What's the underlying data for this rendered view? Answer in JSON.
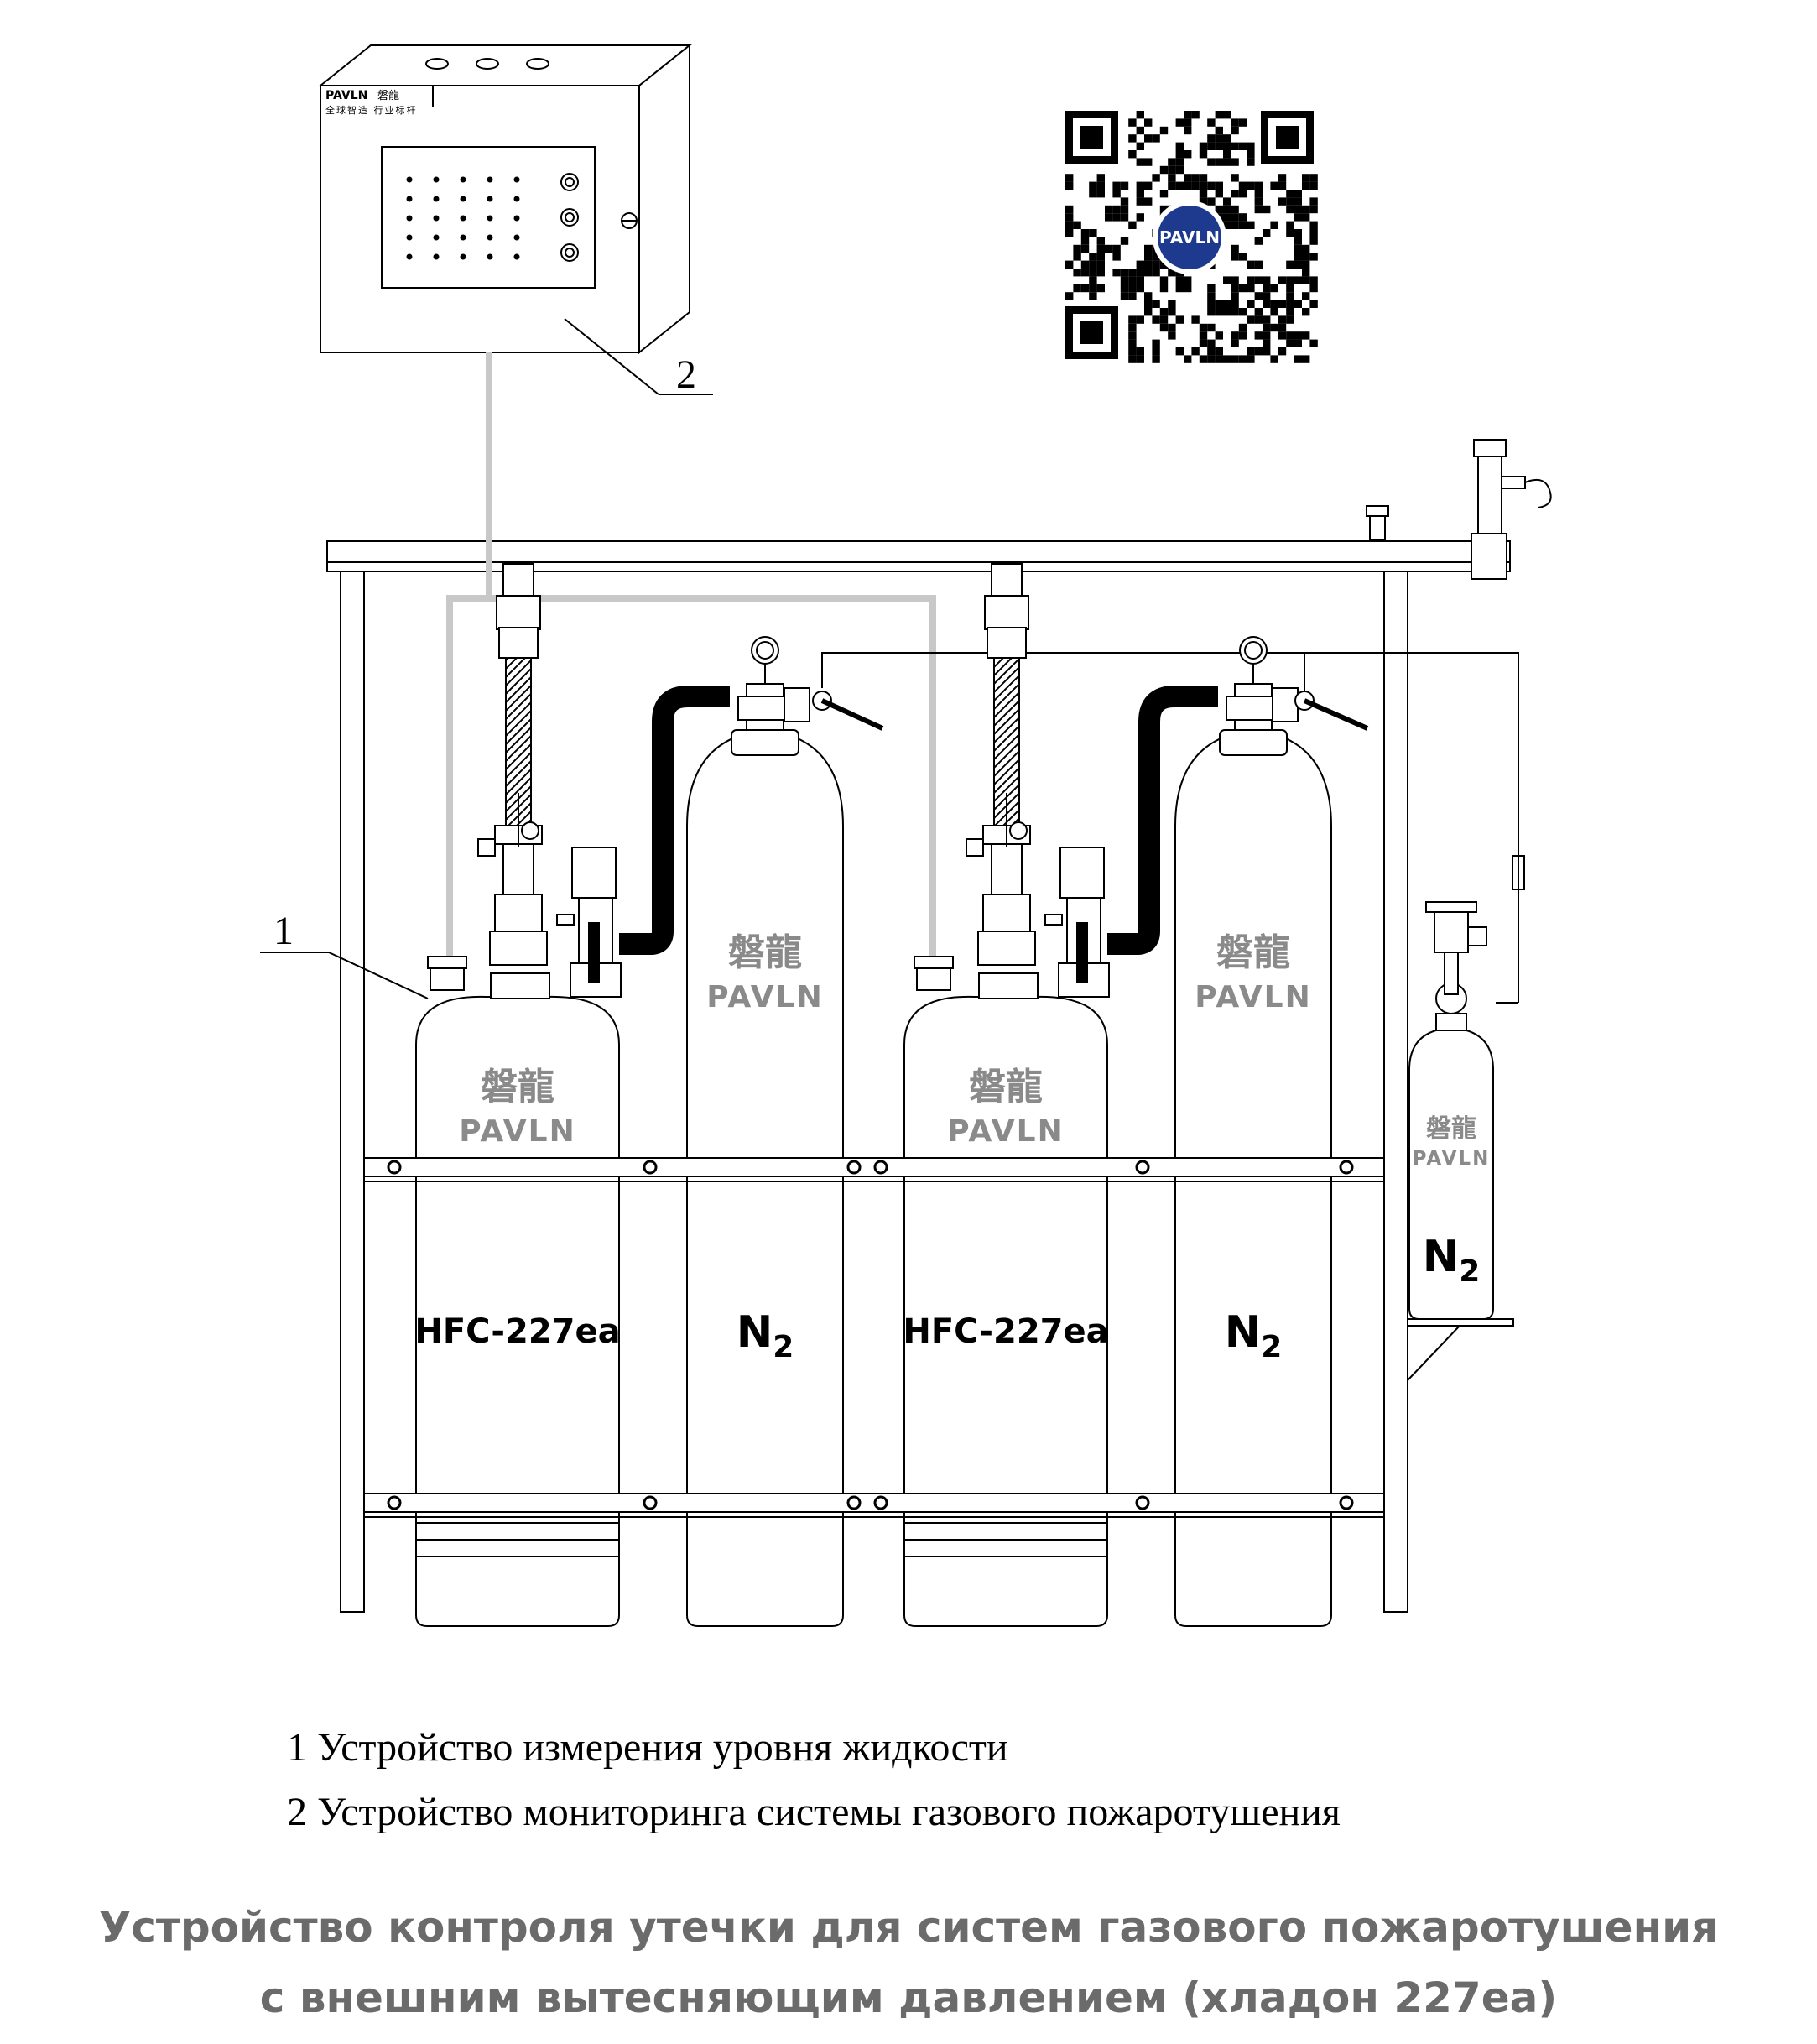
{
  "panel": {
    "brand": "PAVLN",
    "brand_cn": "磐龍",
    "slogan": "全球智造 行业标杆"
  },
  "qr": {
    "logo_text": "PAVLN"
  },
  "callouts": {
    "one": "1",
    "two": "2"
  },
  "cylinders": {
    "brand_cn": "磐龍",
    "brand": "PAVLN",
    "agent_label": "HFC-227ea",
    "n2_label": "N",
    "n2_sub": "2"
  },
  "legend": [
    {
      "num": "1",
      "text": "Устройство измерения уровня жидкости"
    },
    {
      "num": "2",
      "text": "Устройство мониторинга системы газового пожаротушения"
    }
  ],
  "title": {
    "line1": "Устройство контроля утечки для систем газового пожаротушения",
    "line2": "с внешним вытесняющим давлением (хладон 227ea)"
  }
}
